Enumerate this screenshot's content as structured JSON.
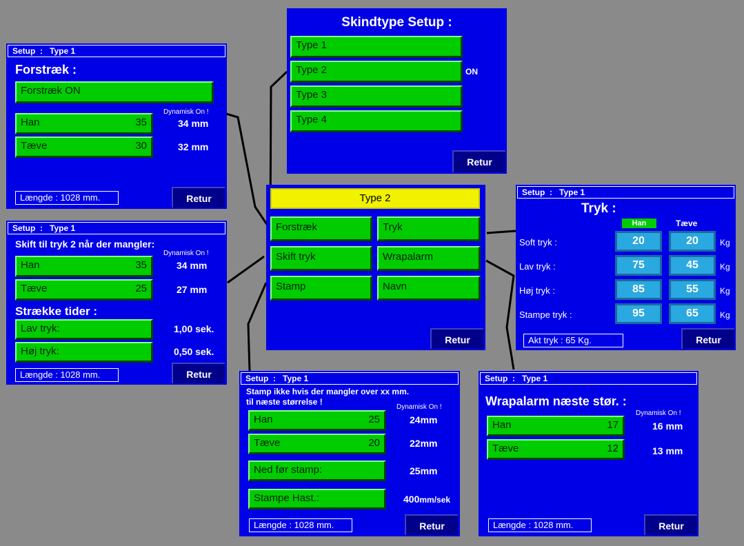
{
  "colors": {
    "panel": "#0000e6",
    "button": "#00cc00",
    "highlight": "#f2f200",
    "value_box": "#2aa8e0",
    "background": "#8a8a8a"
  },
  "skindtype": {
    "title": "Skindtype Setup :",
    "types": [
      "Type 1",
      "Type 2",
      "Type 3",
      "Type 4"
    ],
    "on_label": "ON",
    "retur": "Retur"
  },
  "forstraek": {
    "titlebar": "Setup  :   Type 1",
    "heading": "Forstræk :",
    "toggle": "Forstræk ON",
    "dynamic": "Dynamisk On !",
    "han_label": "Han",
    "han_value": "35",
    "han_mm": "34",
    "taeve_label": "Tæve",
    "taeve_value": "30",
    "taeve_mm": "32",
    "unit": "mm",
    "laengde": "Længde : 1028 mm.",
    "retur": "Retur"
  },
  "skift": {
    "titlebar": "Setup  :   Type 1",
    "heading": "Skift til tryk 2 når der mangler:",
    "dynamic": "Dynamisk On !",
    "han_label": "Han",
    "han_value": "35",
    "han_mm": "34",
    "taeve_label": "Tæve",
    "taeve_value": "25",
    "taeve_mm": "27",
    "unit": "mm",
    "tider_heading": "Strække tider :",
    "lav_label": "Lav tryk:",
    "lav_value": "1,00",
    "hoj_label": "Høj tryk:",
    "hoj_value": "0,50",
    "sek": "sek.",
    "laengde": "Længde : 1028 mm.",
    "retur": "Retur"
  },
  "center": {
    "title": "Type 2",
    "buttons": [
      "Forstræk",
      "Tryk",
      "Skift tryk",
      "Wrapalarm",
      "Stamp",
      "Navn"
    ],
    "retur": "Retur"
  },
  "tryk": {
    "titlebar": "Setup  :   Type 1",
    "heading": "Tryk :",
    "col_han": "Han",
    "col_taeve": "Tæve",
    "rows": [
      {
        "label": "Soft tryk :",
        "han": "20",
        "taeve": "20"
      },
      {
        "label": "Lav tryk :",
        "han": "75",
        "taeve": "45"
      },
      {
        "label": "Høj tryk :",
        "han": "85",
        "taeve": "55"
      },
      {
        "label": "Stampe tryk :",
        "han": "95",
        "taeve": "65"
      }
    ],
    "unit": "Kg",
    "akt": "Akt tryk   : 65 Kg.",
    "retur": "Retur"
  },
  "stamp": {
    "titlebar": "Setup  :   Type 1",
    "line1": "Stamp ikke hvis der mangler over xx mm.",
    "line2": "til næste størrelse  !",
    "dynamic": "Dynamisk On !",
    "han_label": "Han",
    "han_value": "25",
    "han_mm": "24",
    "taeve_label": "Tæve",
    "taeve_value": "20",
    "taeve_mm": "22",
    "ned_label": "Ned før stamp:",
    "ned_mm": "25",
    "hast_label": "Stampe Hast.:",
    "hast_value": "400",
    "unit": "mm",
    "unit_speed": "mm/sek",
    "laengde": "Længde : 1028 mm.",
    "retur": "Retur"
  },
  "wrap": {
    "titlebar": "Setup  :   Type 1",
    "heading": "Wrapalarm næste stør. :",
    "dynamic": "Dynamisk On !",
    "han_label": "Han",
    "han_value": "17",
    "han_mm": "16",
    "taeve_label": "Tæve",
    "taeve_value": "12",
    "taeve_mm": "13",
    "unit": "mm",
    "laengde": "Længde : 1028 mm.",
    "retur": "Retur"
  }
}
